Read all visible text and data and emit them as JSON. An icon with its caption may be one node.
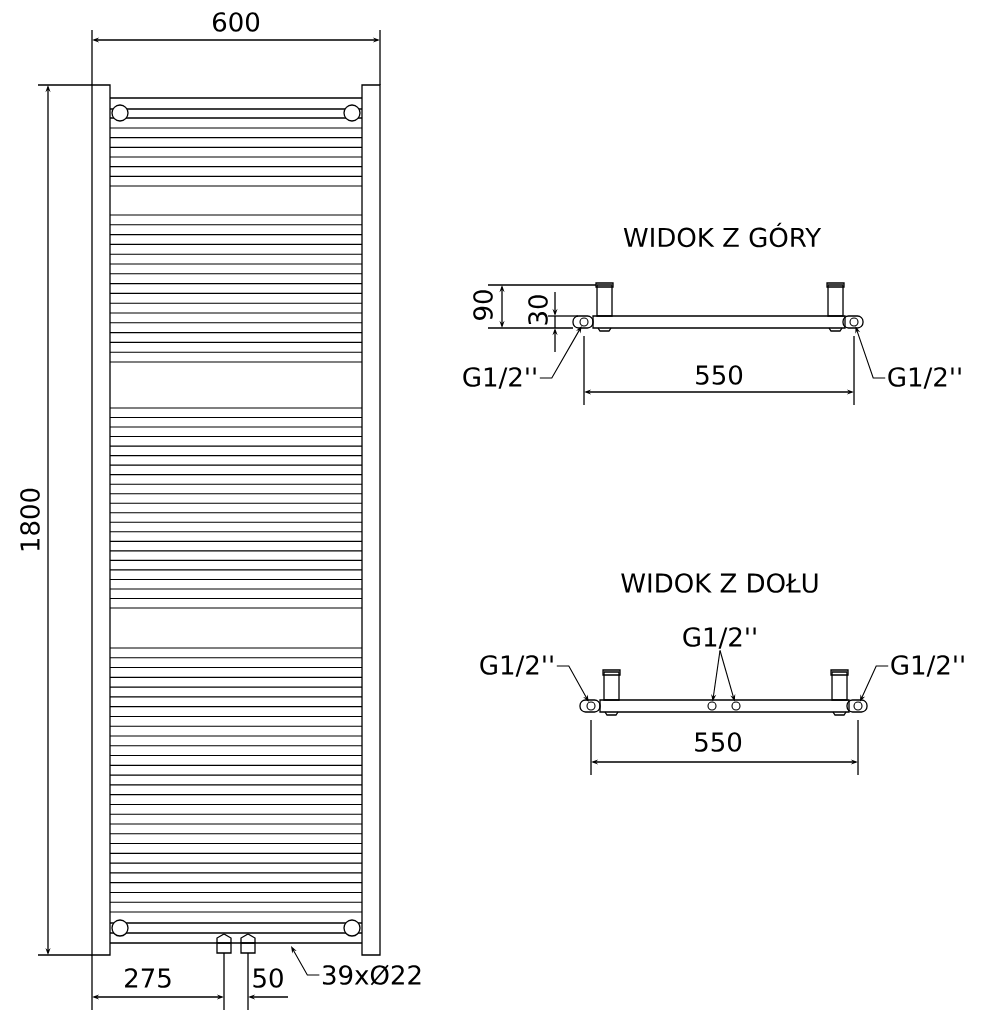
{
  "diagram": {
    "nodes": [
      {
        "text": [
          "39xØ22"
        ]
      },
      {
        "text": [
          "G1/2''"
        ]
      },
      {
        "text": [],
        "shape": "circle"
      },
      {
        "text": [
          "G1/2''"
        ]
      },
      {
        "text": [],
        "shape": "circle"
      },
      {
        "text": [
          "G1/2''"
        ]
      },
      {
        "text": [],
        "shape": "circle"
      },
      {
        "text": [
          "G1/2''"
        ]
      },
      {
        "text": [],
        "shape": "circle"
      },
      {
        "text": [],
        "shape": "circle"
      },
      {
        "text": [
          "G1/2''"
        ]
      },
      {
        "text": [],
        "shape": "circle"
      }
    ],
    "edges": [
      {
        "from": 0,
        "to": null,
        "arrow": "to"
      },
      {
        "from": 1,
        "to": 2,
        "arrow": "to"
      },
      {
        "from": 3,
        "to": 4,
        "arrow": "to"
      },
      {
        "from": 5,
        "to": 6,
        "arrow": "to"
      },
      {
        "from": 7,
        "to": 8,
        "arrow": "to"
      },
      {
        "from": 7,
        "to": 9,
        "arrow": "to"
      },
      {
        "from": 10,
        "to": 11,
        "arrow": "to"
      }
    ],
    "labels": [
      "600",
      "1800",
      "275",
      "50",
      "WIDOK Z GÓRY",
      "90",
      "30",
      "550",
      "WIDOK Z DOŁU",
      "550"
    ]
  }
}
